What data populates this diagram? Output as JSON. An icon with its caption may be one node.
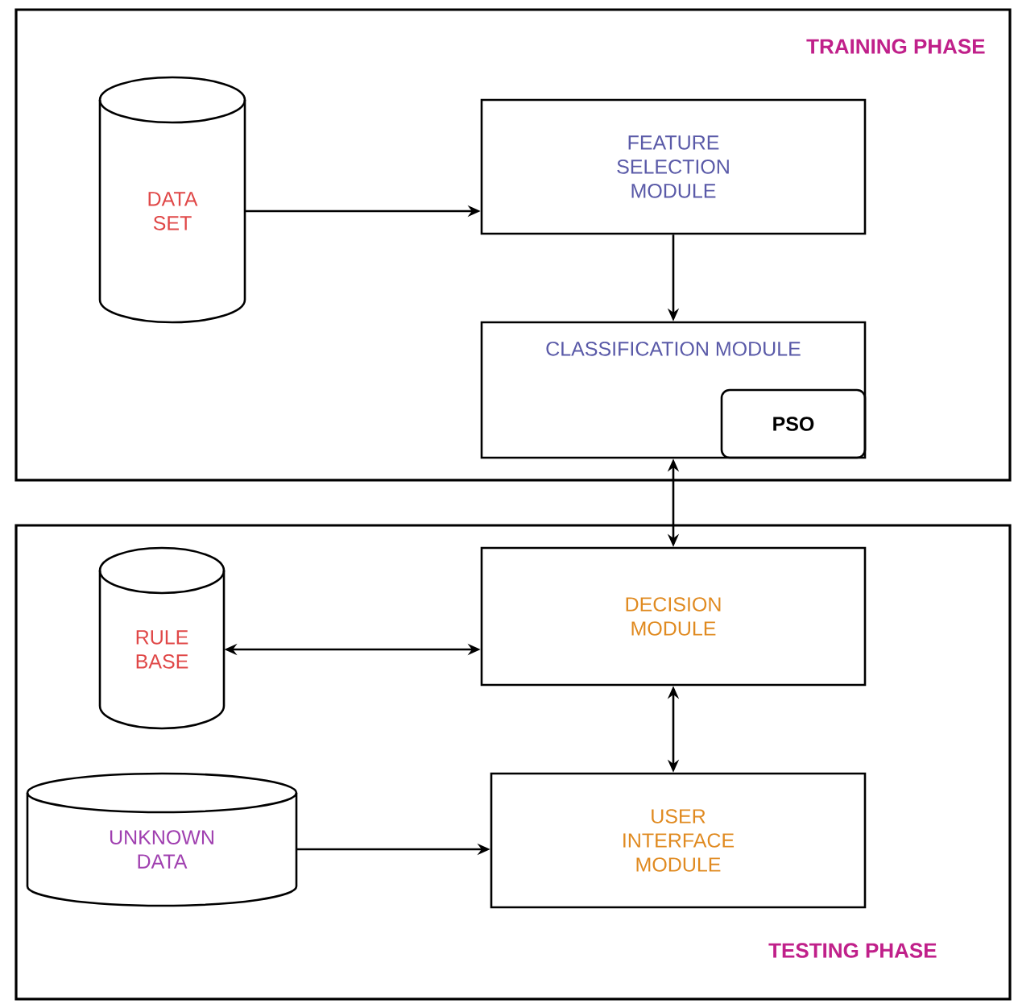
{
  "diagram": {
    "nodes": [
      {
        "text": [
          "TRAINING PHASE"
        ]
      },
      {
        "text": [
          "DATA SET"
        ],
        "in": 0
      },
      {
        "text": [
          "FEATURE SELECTION MODULE"
        ],
        "in": 0
      },
      {
        "text": [
          "CLASSIFICATION MODULE"
        ],
        "in": 0
      },
      {
        "text": [
          "PSO"
        ],
        "in": 3
      },
      {
        "text": [
          "TESTING PHASE"
        ]
      },
      {
        "text": [
          "RULE BASE"
        ],
        "in": 5
      },
      {
        "text": [
          "DECISION MODULE"
        ],
        "in": 5
      },
      {
        "text": [
          "UNKNOWN DATA"
        ],
        "in": 5
      },
      {
        "text": [
          "USER INTERFACE MODULE"
        ],
        "in": 5
      }
    ],
    "edges": [
      {
        "from": 1,
        "to": 2,
        "arrow": "to"
      },
      {
        "from": 2,
        "to": 3,
        "arrow": "to"
      },
      {
        "from": 3,
        "to": 7,
        "arrow": "both"
      },
      {
        "from": 6,
        "to": 7,
        "arrow": "both"
      },
      {
        "from": 7,
        "to": 9,
        "arrow": "both"
      },
      {
        "from": 8,
        "to": 9,
        "arrow": "to"
      }
    ]
  }
}
